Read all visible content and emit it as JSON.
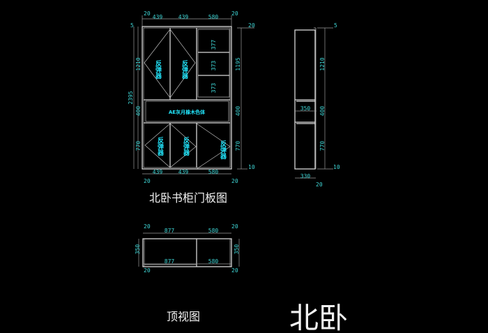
{
  "drawing": {
    "front_view": {
      "title": "北卧书柜门板图",
      "top_dims": [
        "20",
        "439",
        "439",
        "580",
        "20"
      ],
      "bottom_dims": [
        "439",
        "439",
        "580",
        "20",
        "20"
      ],
      "left_dims": {
        "total": "2395",
        "top": "1210",
        "middle": "400",
        "bottom": "770",
        "offset": "5"
      },
      "right_dims": {
        "top": "1195",
        "middle": "400",
        "bottom": "770",
        "offset": "10",
        "top_offset": "20"
      },
      "shelf_dims": [
        "377",
        "373",
        "373"
      ],
      "door_label": "反弹器",
      "middle_panel_label": "AE灰月橡木色体"
    },
    "side_view": {
      "dims": {
        "top": "1210",
        "middle": "400",
        "bottom": "770",
        "top_offset": "5",
        "bottom_offset": "10",
        "depth": "330",
        "inner": "350",
        "back": "20"
      }
    },
    "top_view": {
      "title": "顶视图",
      "top_dims": [
        "20",
        "877",
        "580",
        "20"
      ],
      "bottom_dims": [
        "877",
        "580",
        "20",
        "20"
      ],
      "side_dims": [
        "350",
        "350"
      ]
    },
    "room_label": "北卧"
  }
}
